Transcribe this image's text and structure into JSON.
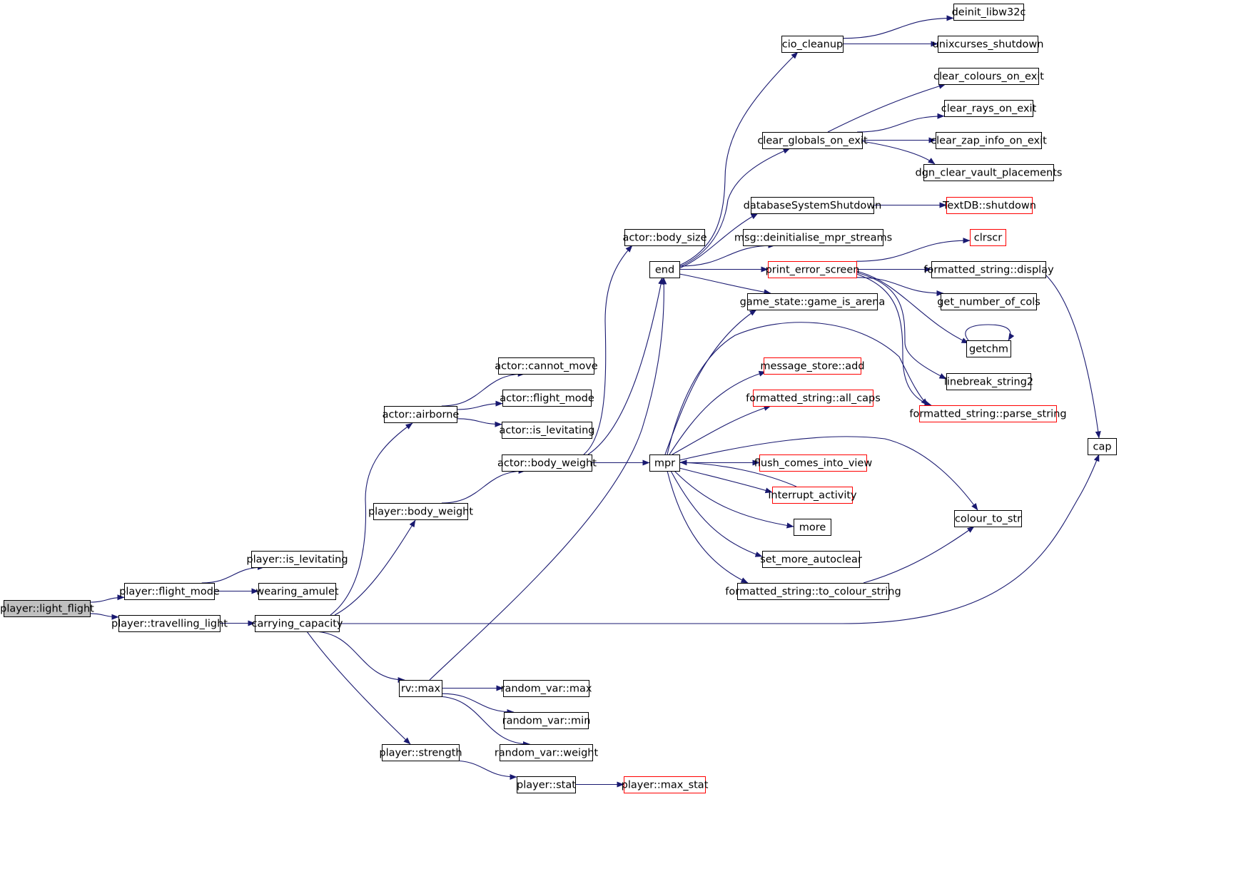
{
  "colors": {
    "edge": "#191970",
    "node_border": "#000000",
    "node_border_truncated": "#ff0000",
    "root_fill": "#bfbfbf",
    "node_fill": "#ffffff"
  },
  "nodes": {
    "light_flight": {
      "label": "player::light_flight",
      "root": true
    },
    "flight_mode": {
      "label": "player::flight_mode"
    },
    "travelling_light": {
      "label": "player::travelling_light"
    },
    "is_levitating": {
      "label": "player::is_levitating"
    },
    "wearing_amulet": {
      "label": "wearing_amulet"
    },
    "carrying_capacity": {
      "label": "carrying_capacity"
    },
    "actor_airborne": {
      "label": "actor::airborne"
    },
    "player_body_weight": {
      "label": "player::body_weight"
    },
    "rv_max": {
      "label": "rv::max"
    },
    "player_strength": {
      "label": "player::strength"
    },
    "actor_cannot_move": {
      "label": "actor::cannot_move"
    },
    "actor_flight_mode": {
      "label": "actor::flight_mode"
    },
    "actor_is_levitating": {
      "label": "actor::is_levitating"
    },
    "actor_body_weight": {
      "label": "actor::body_weight"
    },
    "actor_body_size": {
      "label": "actor::body_size"
    },
    "end": {
      "label": "end"
    },
    "mpr": {
      "label": "mpr"
    },
    "random_var_max": {
      "label": "random_var::max"
    },
    "random_var_min": {
      "label": "random_var::min"
    },
    "random_var_weight": {
      "label": "random_var::weight"
    },
    "player_stat": {
      "label": "player::stat"
    },
    "player_max_stat": {
      "label": "player::max_stat",
      "truncated": true
    },
    "cio_cleanup": {
      "label": "cio_cleanup"
    },
    "clear_globals_on_exit": {
      "label": "clear_globals_on_exit"
    },
    "databaseSystemShutdown": {
      "label": "databaseSystemShutdown"
    },
    "msg_deinit": {
      "label": "msg::deinitialise_mpr_streams"
    },
    "print_error_screen": {
      "label": "print_error_screen",
      "truncated": true
    },
    "game_is_arena": {
      "label": "game_state::game_is_arena"
    },
    "message_store_add": {
      "label": "message_store::add",
      "truncated": true
    },
    "fs_all_caps": {
      "label": "formatted_string::all_caps",
      "truncated": true
    },
    "flush_comes_into_view": {
      "label": "flush_comes_into_view",
      "truncated": true
    },
    "interrupt_activity": {
      "label": "interrupt_activity",
      "truncated": true
    },
    "more": {
      "label": "more"
    },
    "set_more_autoclear": {
      "label": "set_more_autoclear"
    },
    "fs_to_colour_string": {
      "label": "formatted_string::to_colour_string"
    },
    "deinit_libw32c": {
      "label": "deinit_libw32c"
    },
    "unixcurses_shutdown": {
      "label": "unixcurses_shutdown"
    },
    "clear_colours_on_exit": {
      "label": "clear_colours_on_exit"
    },
    "clear_rays_on_exit": {
      "label": "clear_rays_on_exit"
    },
    "clear_zap_info_on_exit": {
      "label": "clear_zap_info_on_exit"
    },
    "dgn_clear_vault_placements": {
      "label": "dgn_clear_vault_placements"
    },
    "textdb_shutdown": {
      "label": "TextDB::shutdown",
      "truncated": true
    },
    "clrscr": {
      "label": "clrscr",
      "truncated": true
    },
    "fs_display": {
      "label": "formatted_string::display"
    },
    "get_number_of_cols": {
      "label": "get_number_of_cols"
    },
    "getchm": {
      "label": "getchm"
    },
    "linebreak_string2": {
      "label": "linebreak_string2"
    },
    "fs_parse_string": {
      "label": "formatted_string::parse_string",
      "truncated": true
    },
    "colour_to_str": {
      "label": "colour_to_str"
    },
    "cap": {
      "label": "cap"
    }
  },
  "edges": [
    [
      "light_flight",
      "flight_mode"
    ],
    [
      "light_flight",
      "travelling_light"
    ],
    [
      "flight_mode",
      "is_levitating"
    ],
    [
      "flight_mode",
      "wearing_amulet"
    ],
    [
      "travelling_light",
      "carrying_capacity"
    ],
    [
      "carrying_capacity",
      "actor_airborne"
    ],
    [
      "carrying_capacity",
      "player_body_weight"
    ],
    [
      "carrying_capacity",
      "rv_max"
    ],
    [
      "carrying_capacity",
      "player_strength"
    ],
    [
      "carrying_capacity",
      "cap"
    ],
    [
      "actor_airborne",
      "actor_cannot_move"
    ],
    [
      "actor_airborne",
      "actor_flight_mode"
    ],
    [
      "actor_airborne",
      "actor_is_levitating"
    ],
    [
      "player_body_weight",
      "actor_body_weight"
    ],
    [
      "actor_body_weight",
      "actor_body_size"
    ],
    [
      "actor_body_weight",
      "end"
    ],
    [
      "actor_body_weight",
      "mpr"
    ],
    [
      "rv_max",
      "end"
    ],
    [
      "rv_max",
      "random_var_max"
    ],
    [
      "rv_max",
      "random_var_min"
    ],
    [
      "rv_max",
      "random_var_weight"
    ],
    [
      "player_strength",
      "player_stat"
    ],
    [
      "player_stat",
      "player_max_stat"
    ],
    [
      "end",
      "cio_cleanup"
    ],
    [
      "end",
      "clear_globals_on_exit"
    ],
    [
      "end",
      "databaseSystemShutdown"
    ],
    [
      "end",
      "msg_deinit"
    ],
    [
      "end",
      "print_error_screen"
    ],
    [
      "end",
      "game_is_arena"
    ],
    [
      "cio_cleanup",
      "deinit_libw32c"
    ],
    [
      "cio_cleanup",
      "unixcurses_shutdown"
    ],
    [
      "clear_globals_on_exit",
      "clear_colours_on_exit"
    ],
    [
      "clear_globals_on_exit",
      "clear_rays_on_exit"
    ],
    [
      "clear_globals_on_exit",
      "clear_zap_info_on_exit"
    ],
    [
      "clear_globals_on_exit",
      "dgn_clear_vault_placements"
    ],
    [
      "databaseSystemShutdown",
      "textdb_shutdown"
    ],
    [
      "print_error_screen",
      "clrscr"
    ],
    [
      "print_error_screen",
      "fs_display"
    ],
    [
      "print_error_screen",
      "get_number_of_cols"
    ],
    [
      "print_error_screen",
      "getchm"
    ],
    [
      "print_error_screen",
      "linebreak_string2"
    ],
    [
      "print_error_screen",
      "fs_parse_string"
    ],
    [
      "getchm",
      "getchm"
    ],
    [
      "fs_display",
      "cap"
    ],
    [
      "mpr",
      "game_is_arena"
    ],
    [
      "mpr",
      "fs_parse_string"
    ],
    [
      "mpr",
      "message_store_add"
    ],
    [
      "mpr",
      "fs_all_caps"
    ],
    [
      "mpr",
      "flush_comes_into_view"
    ],
    [
      "mpr",
      "interrupt_activity"
    ],
    [
      "mpr",
      "more"
    ],
    [
      "mpr",
      "set_more_autoclear"
    ],
    [
      "mpr",
      "fs_to_colour_string"
    ],
    [
      "mpr",
      "colour_to_str"
    ],
    [
      "interrupt_activity",
      "mpr"
    ],
    [
      "fs_to_colour_string",
      "colour_to_str"
    ]
  ]
}
